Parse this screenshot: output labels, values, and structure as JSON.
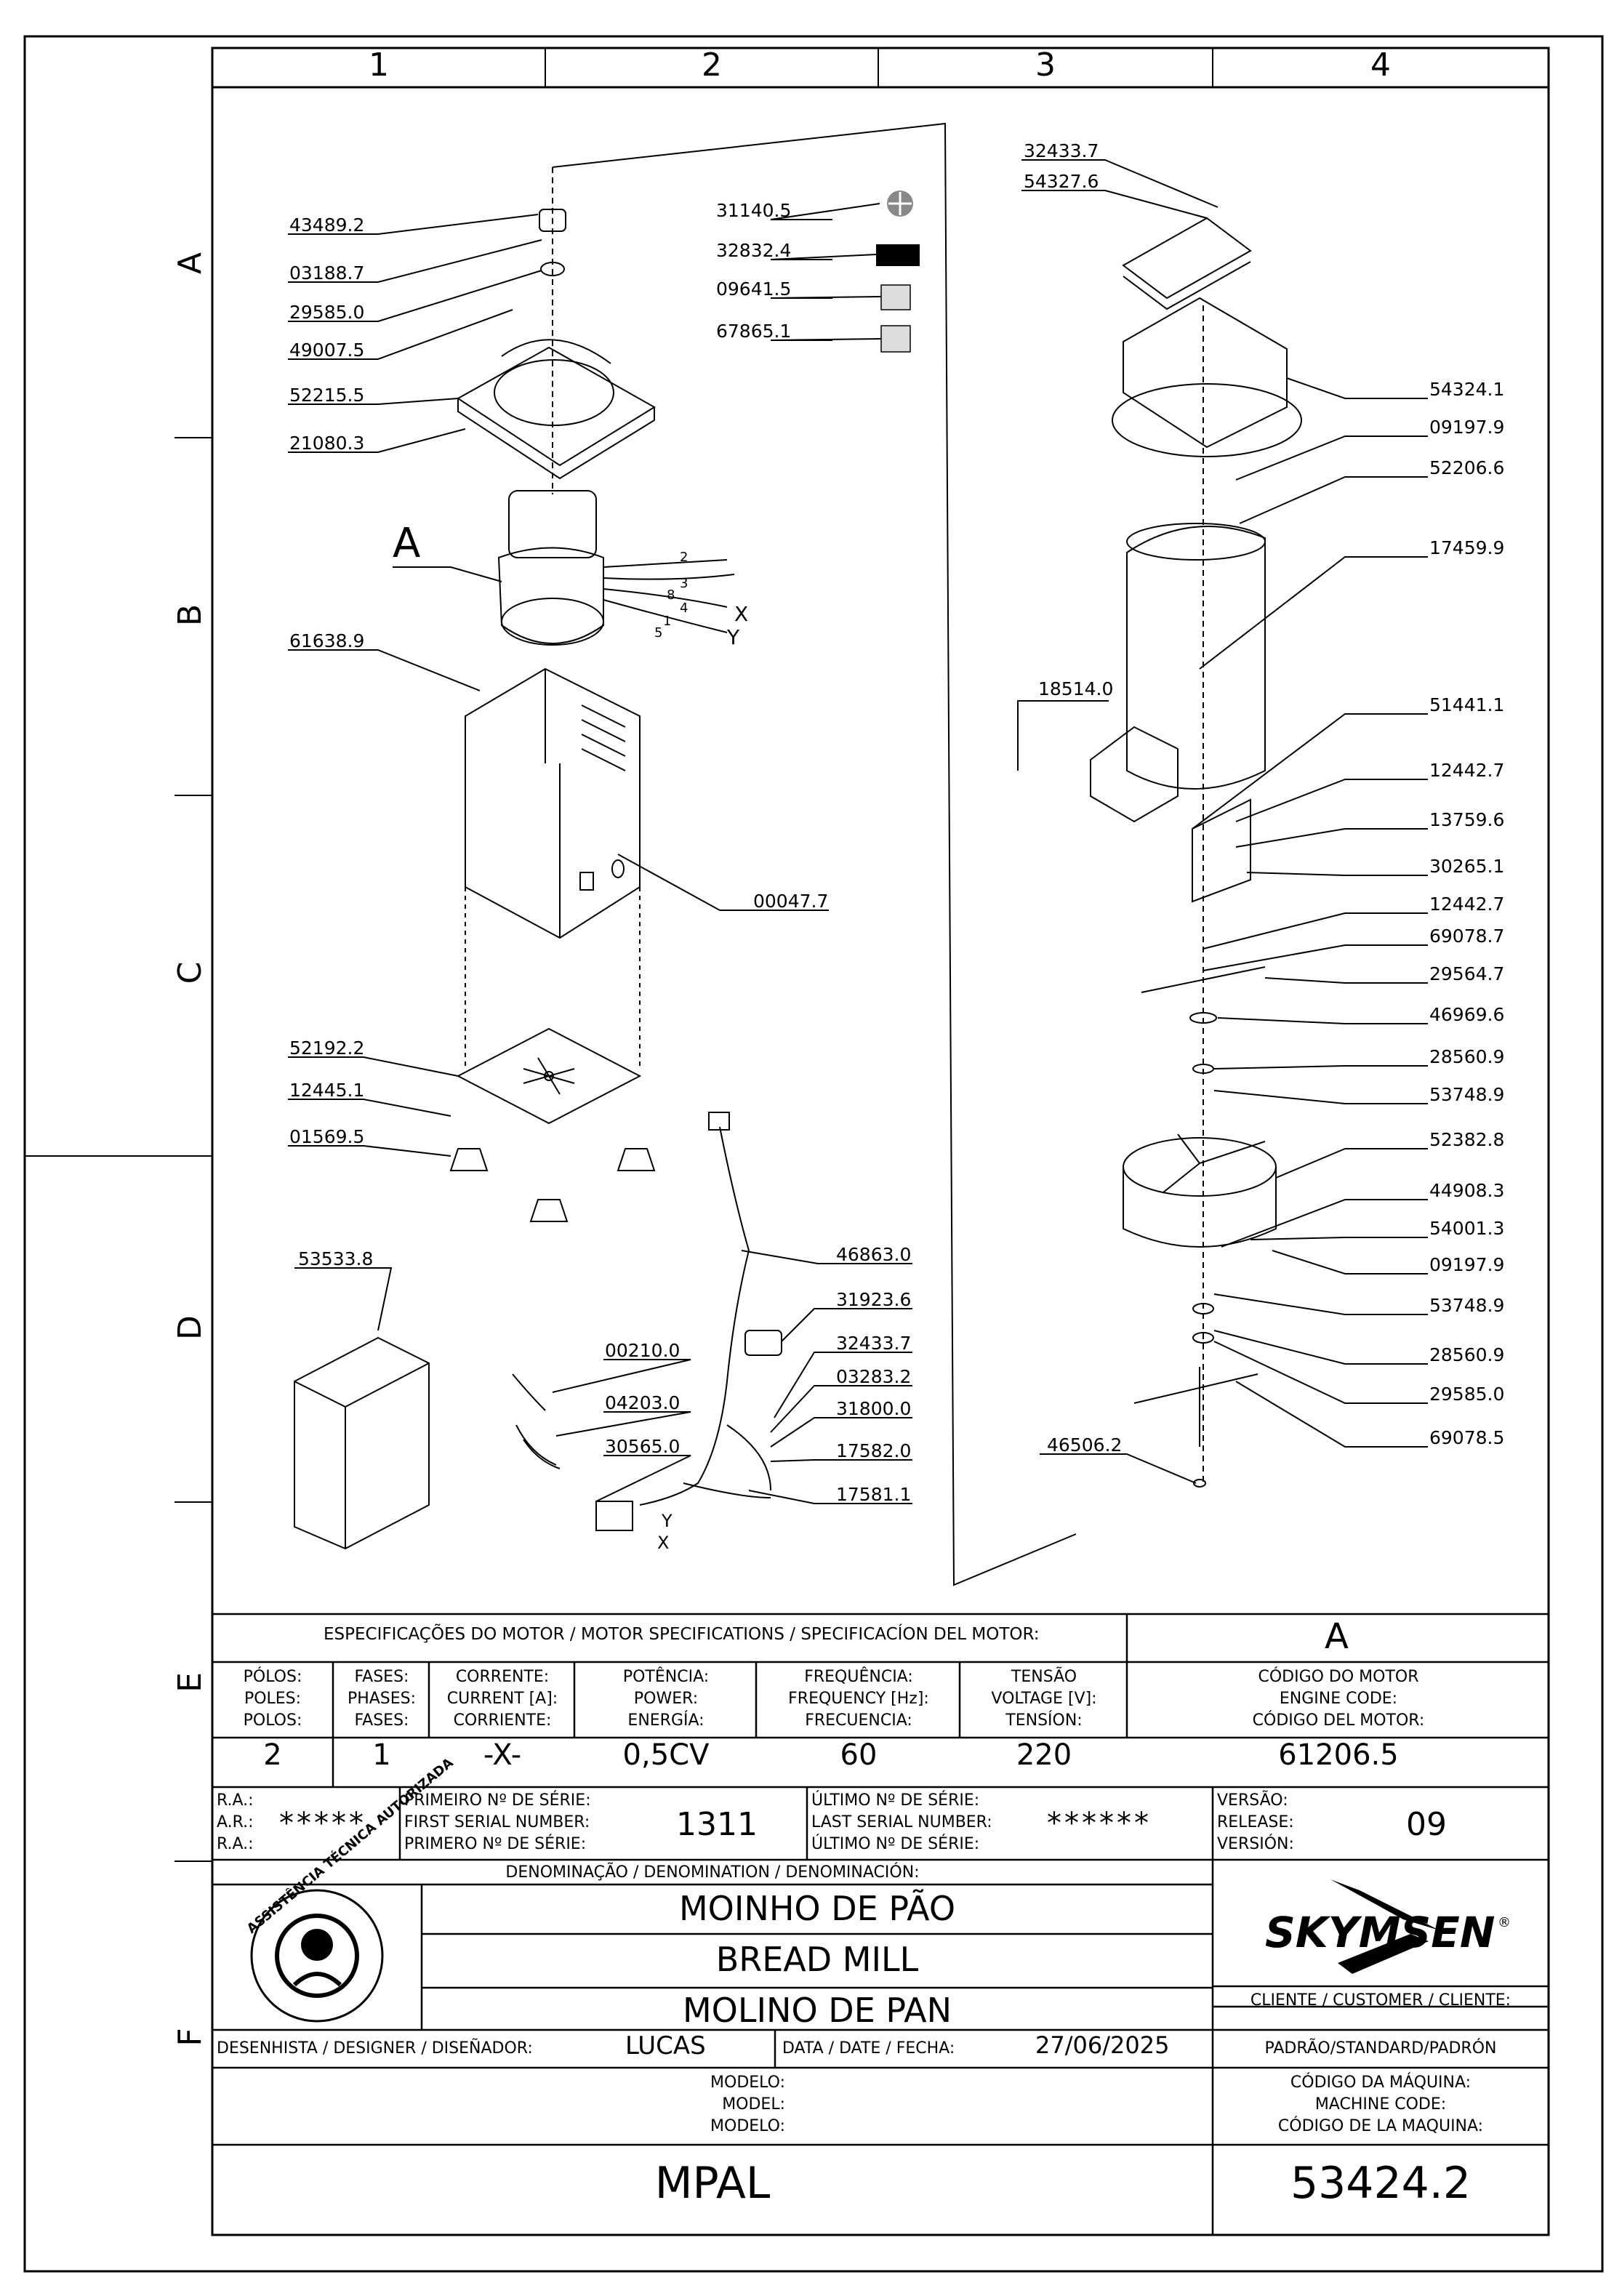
{
  "grid": {
    "columns": [
      "1",
      "2",
      "3",
      "4"
    ],
    "rows": [
      "A",
      "B",
      "C",
      "D",
      "E",
      "F"
    ]
  },
  "parts": [
    "43489.2",
    "03188.7",
    "29585.0",
    "49007.5",
    "52215.5",
    "21080.3",
    "61638.9",
    "00047.7",
    "52192.2",
    "12445.1",
    "01569.5",
    "53533.8",
    "31140.5",
    "32832.4",
    "09641.5",
    "67865.1",
    "46863.0",
    "31923.6",
    "32433.7",
    "03283.2",
    "31800.0",
    "17582.0",
    "17581.1",
    "00210.0",
    "04203.0",
    "30565.0",
    "32433.7",
    "54327.6",
    "54324.1",
    "09197.9",
    "52206.6",
    "17459.9",
    "18514.0",
    "51441.1",
    "12442.7",
    "13759.6",
    "30265.1",
    "12442.7",
    "69078.7",
    "29564.7",
    "46969.6",
    "28560.9",
    "53748.9",
    "52382.8",
    "44908.3",
    "54001.3",
    "09197.9",
    "53748.9",
    "28560.9",
    "29585.0",
    "69078.5",
    "46506.2"
  ],
  "detail_label": "A",
  "wire_labels": [
    "2",
    "3",
    "8",
    "4",
    "1",
    "5",
    "X",
    "Y"
  ],
  "connector_labels": [
    "Y",
    "X"
  ],
  "motor": {
    "heading": "ESPECIFICAÇÕES DO MOTOR / MOTOR SPECIFICATIONS / SPECIFICACÍON DEL MOTOR:",
    "detail": "A",
    "poles_lbl": [
      "PÓLOS:",
      "POLES:",
      "POLOS:"
    ],
    "phases_lbl": [
      "FASES:",
      "PHASES:",
      "FASES:"
    ],
    "current_lbl": [
      "CORRENTE:",
      "CURRENT [A]:",
      "CORRIENTE:"
    ],
    "power_lbl": [
      "POTÊNCIA:",
      "POWER:",
      "ENERGÍA:"
    ],
    "freq_lbl": [
      "FREQUÊNCIA:",
      "FREQUENCY [Hz]:",
      "FRECUENCIA:"
    ],
    "voltage_lbl": [
      "TENSÃO",
      "VOLTAGE [V]:",
      "TENSÍON:"
    ],
    "code_lbl": [
      "CÓDIGO DO MOTOR",
      "ENGINE CODE:",
      "CÓDIGO DEL MOTOR:"
    ],
    "poles": "2",
    "phases": "1",
    "current": "-X-",
    "power": "0,5CV",
    "freq": "60",
    "voltage": "220",
    "code": "61206.5"
  },
  "serial": {
    "ra_lbl": [
      "R.A.:",
      "A.R.:",
      "R.A.:"
    ],
    "ra_val": "*****",
    "first_lbl": [
      "PRIMEIRO Nº DE SÉRIE:",
      "FIRST SERIAL NUMBER:",
      "PRIMERO Nº DE SÉRIE:"
    ],
    "first_val": "1311",
    "last_lbl": [
      "ÚLTIMO Nº DE SÉRIE:",
      "LAST SERIAL NUMBER:",
      "ÚLTIMO Nº DE SÉRIE:"
    ],
    "last_val": "******",
    "version_lbl": [
      "VERSÃO:",
      "RELEASE:",
      "VERSIÓN:"
    ],
    "version_val": "09"
  },
  "title": {
    "denom_lbl": "DENOMINAÇÃO / DENOMINATION / DENOMINACIÓN:",
    "names": [
      "MOINHO DE PÃO",
      "BREAD MILL",
      "MOLINO DE PAN"
    ],
    "seal_text": "ASSISTÊNCIA TÉCNICA AUTORIZADA",
    "brand": "SKYMSEN",
    "client_lbl": "CLIENTE / CUSTOMER / CLIENTE:",
    "client_val": "PADRÃO/STANDARD/PADRÓN",
    "designer_lbl": "DESENHISTA / DESIGNER / DISEÑADOR:",
    "designer_val": "LUCAS",
    "date_lbl": "DATA / DATE / FECHA:",
    "date_val": "27/06/2025",
    "model_lbl": [
      "MODELO:",
      "MODEL:",
      "MODELO:"
    ],
    "model_val": "MPAL",
    "machine_lbl": [
      "CÓDIGO DA MÁQUINA:",
      "MACHINE CODE:",
      "CÓDIGO DE LA MAQUINA:"
    ],
    "machine_val": "53424.2"
  }
}
